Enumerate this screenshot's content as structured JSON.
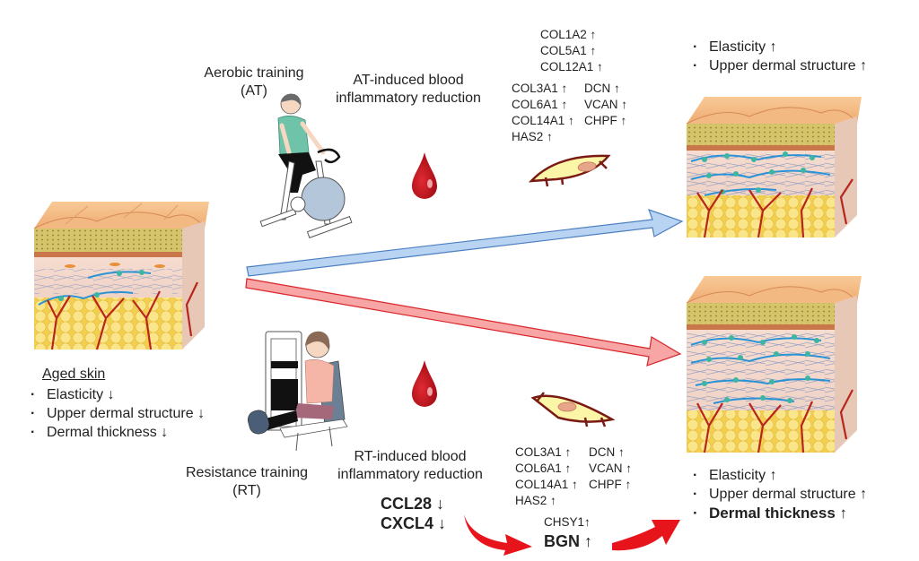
{
  "aged_skin": {
    "title": "Aged skin",
    "bullets": [
      "Elasticity ↓",
      "Upper dermal structure ↓",
      "Dermal thickness ↓"
    ]
  },
  "aerobic": {
    "label_line1": "Aerobic training",
    "label_line2": "(AT)",
    "effect_line1": "AT-induced blood",
    "effect_line2": "inflammatory reduction",
    "genes_top": [
      "COL1A2 ↑",
      "COL5A1 ↑",
      "COL12A1 ↑"
    ],
    "genes_left": [
      "COL3A1 ↑",
      "COL6A1 ↑",
      "COL14A1 ↑",
      "HAS2 ↑"
    ],
    "genes_right": [
      "DCN ↑",
      "VCAN ↑",
      "CHPF ↑"
    ],
    "outcome": [
      "Elasticity ↑",
      "Upper dermal structure ↑"
    ]
  },
  "resistance": {
    "label_line1": "Resistance training",
    "label_line2": "(RT)",
    "effect_line1": "RT-induced blood",
    "effect_line2": "inflammatory reduction",
    "blood_markers": [
      "CCL28 ↓",
      "CXCL4 ↓"
    ],
    "genes_left": [
      "COL3A1 ↑",
      "COL6A1 ↑",
      "COL14A1 ↑",
      "HAS2 ↑"
    ],
    "genes_right": [
      "DCN ↑",
      "VCAN ↑",
      "CHPF ↑"
    ],
    "gene_chsy1": "CHSY1↑",
    "gene_bgn": "BGN ↑",
    "outcome": [
      "Elasticity ↑",
      "Upper dermal structure ↑",
      "Dermal thickness ↑"
    ]
  },
  "colors": {
    "at_arrow_fill": "#b9d3f2",
    "at_arrow_stroke": "#4a7fc1",
    "rt_arrow_fill": "#f7a5a5",
    "rt_arrow_stroke": "#d8262b",
    "blood_drop": "#c8141e",
    "curve_arrow": "#e8141c"
  }
}
